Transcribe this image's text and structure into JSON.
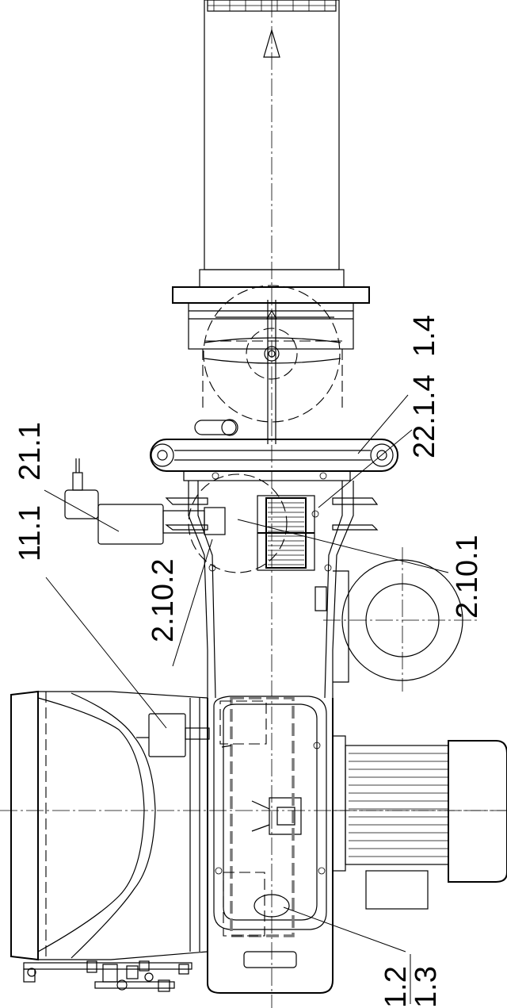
{
  "drawing": {
    "callouts": {
      "c_1_4": "1.4",
      "c_22_1_4": "22.1.4",
      "c_2_10_1": "2.10.1",
      "c_21_1": "21.1",
      "c_11_1": "11.1",
      "c_2_10_2": "2.10.2",
      "c_1_2": "1.2",
      "c_1_3": "1.3"
    }
  }
}
